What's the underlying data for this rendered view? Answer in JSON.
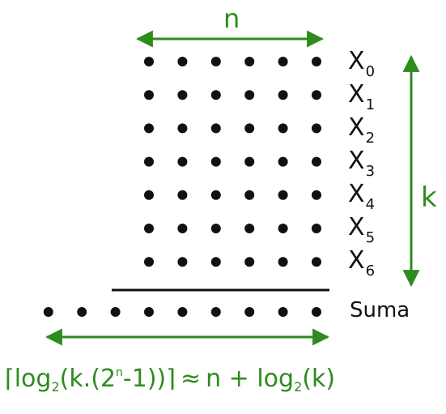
{
  "diagram": {
    "top_label": "n",
    "side_label": "k",
    "rows": [
      {
        "var": "X",
        "sub": "0"
      },
      {
        "var": "X",
        "sub": "1"
      },
      {
        "var": "X",
        "sub": "2"
      },
      {
        "var": "X",
        "sub": "3"
      },
      {
        "var": "X",
        "sub": "4"
      },
      {
        "var": "X",
        "sub": "5"
      },
      {
        "var": "X",
        "sub": "6"
      }
    ],
    "dots_per_row": 6,
    "sum_label": "Suma",
    "sum_dots": 9,
    "formula": {
      "left_ceil": "⌈",
      "log": "log",
      "log_base": "2",
      "arg_open": "(k.(2",
      "exp": "n",
      "arg_close": "-1))",
      "right_ceil": "⌉",
      "approx": "≈",
      "rhs_n_plus": "n + ",
      "rhs_log": "log",
      "rhs_log_base": "2",
      "rhs_arg": "(k)"
    },
    "colors": {
      "accent": "#2e8b1e",
      "dot": "#111111",
      "line": "#111111"
    }
  }
}
